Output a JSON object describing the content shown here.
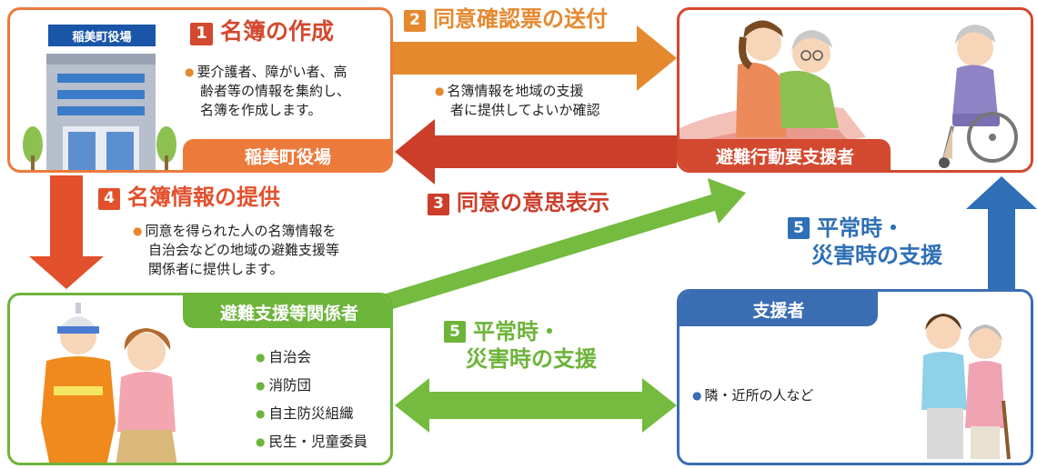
{
  "town_hall": {
    "sign": "稲美町役場",
    "tab": "稲美町役場",
    "step1": {
      "num": "1",
      "title": "名簿の作成"
    },
    "note_lines": [
      "要介護者、障がい者、高",
      "齢者等の情報を集約し、",
      "名簿を作成します。"
    ]
  },
  "step2": {
    "num": "2",
    "title": "同意確認票の送付",
    "note_lines": [
      "名簿情報を地域の支援",
      "者に提供してよいか確認"
    ]
  },
  "step3": {
    "num": "3",
    "title": "同意の意思表示"
  },
  "step4": {
    "num": "4",
    "title": "名簿情報の提供",
    "note_lines": [
      "同意を得られた人の名簿情報を",
      "自治会などの地域の避難支援等",
      "関係者に提供します。"
    ]
  },
  "step5_center": {
    "num": "5",
    "title_lines": [
      "平常時・",
      "災害時の支援"
    ]
  },
  "step5_right": {
    "num": "5",
    "title_lines": [
      "平常時・",
      "災害時の支援"
    ]
  },
  "evacuee": {
    "tab": "避難行動要支援者"
  },
  "stakeholders": {
    "tab": "避難支援等関係者",
    "items": [
      "自治会",
      "消防団",
      "自主防災組織",
      "民生・児童委員"
    ]
  },
  "supporter": {
    "tab": "支援者",
    "note": "隣・近所の人など"
  },
  "colors": {
    "orange": "#ec7a3b",
    "red": "#d3492f",
    "green": "#6db43a",
    "blue": "#3b6db3",
    "arrow_blue": "#2f6fb5",
    "arrow_orange": "#e5892f",
    "arrow_red": "#cc3d2a",
    "arrow_down": "#e2502c",
    "arrow_green": "#74bb3f"
  },
  "icons": [
    "building-icon",
    "tree-icon",
    "caregiver-icon",
    "elderly-woman-icon",
    "wheelchair-user-icon",
    "firefighter-icon",
    "volunteer-woman-icon",
    "neighbor-couple-icon"
  ]
}
